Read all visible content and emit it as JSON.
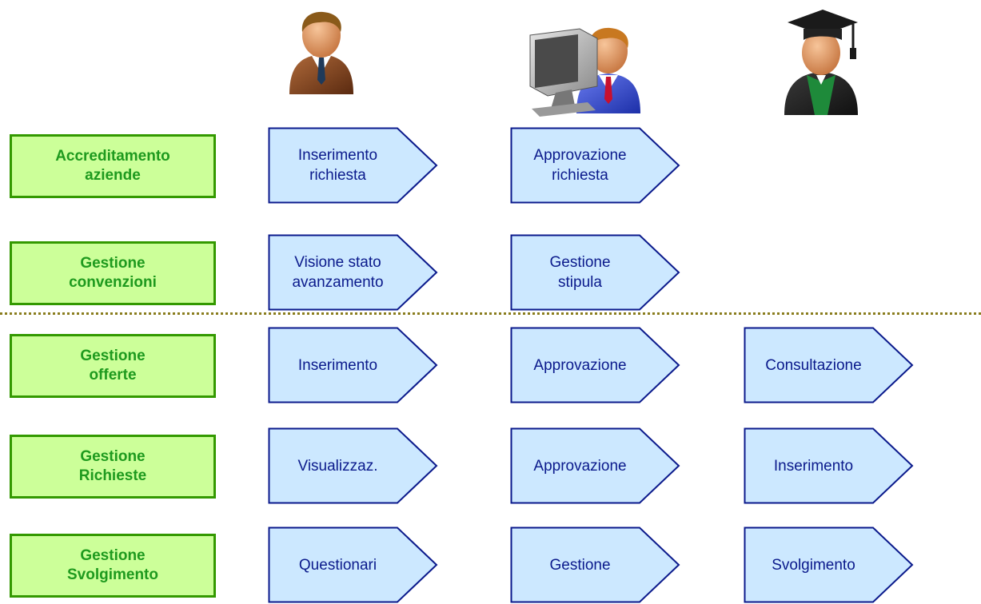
{
  "rows": [
    {
      "label": "Accreditamento\naziende",
      "steps": [
        "Inserimento\nrichiesta",
        "Approvazione\nrichiesta",
        ""
      ]
    },
    {
      "label": "Gestione\nconvenzioni",
      "steps": [
        "Visione stato\navanzamento",
        "Gestione\nstipula",
        ""
      ]
    },
    {
      "label": "Gestione\nofferte",
      "steps": [
        "Inserimento",
        "Approvazione",
        "Consultazione"
      ]
    },
    {
      "label": "Gestione\nRichieste",
      "steps": [
        "Visualizzaz.",
        "Approvazione",
        "Inserimento"
      ]
    },
    {
      "label": "Gestione\nSvolgimento",
      "steps": [
        "Questionari",
        "Gestione",
        "Svolgimento"
      ]
    }
  ],
  "actors": [
    "businessman-icon",
    "operator-at-computer-icon",
    "graduate-student-icon"
  ],
  "colors": {
    "label_fill": "#ccff99",
    "label_border": "#339900",
    "label_text": "#1e9a1e",
    "step_fill": "#cce8ff",
    "step_border": "#0b1a8c",
    "step_text": "#0b1a8c",
    "divider": "#8a7d1e"
  }
}
